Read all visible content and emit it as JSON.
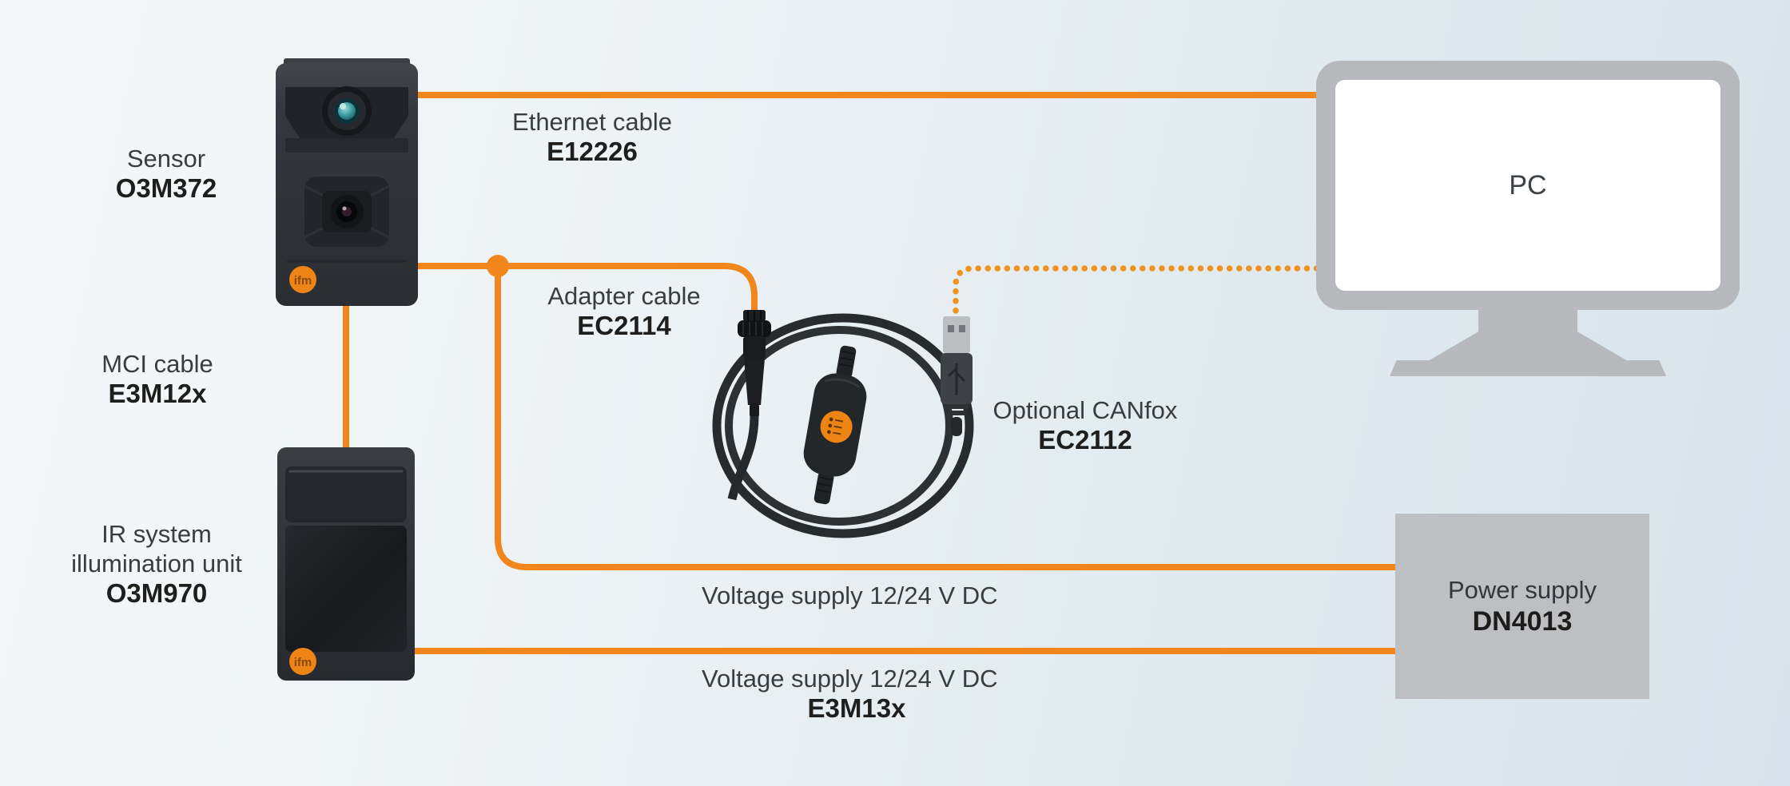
{
  "branding": {
    "logo": "ifm"
  },
  "colors": {
    "accent_orange": "#F0861C",
    "dot_orange": "#F2921E",
    "text": "#3A3D40",
    "text_strong": "#1E1E1C",
    "monitor_gray": "#B7B9BC",
    "power_gray": "#BDBFC2",
    "device_dark": "#2E3136",
    "screen_white": "#FFFFFF"
  },
  "nodes": {
    "sensor": {
      "title": "Sensor",
      "model": "O3M372"
    },
    "illumination_unit": {
      "title_line1": "IR system",
      "title_line2": "illumination unit",
      "model": "O3M970"
    },
    "pc": {
      "title": "PC"
    },
    "power_supply": {
      "title": "Power supply",
      "model": "DN4013"
    }
  },
  "cables": {
    "ethernet": {
      "title": "Ethernet cable",
      "model": "E12226"
    },
    "adapter": {
      "title": "Adapter cable",
      "model": "EC2114"
    },
    "canfox": {
      "title": "Optional CANfox",
      "model": "EC2112"
    },
    "mci": {
      "title": "MCI cable",
      "model": "E3M12x"
    },
    "voltage_supply_sensor": {
      "title": "Voltage supply 12/24 V DC"
    },
    "voltage_supply_illumination": {
      "title": "Voltage supply 12/24 V DC",
      "model": "E3M13x"
    }
  }
}
